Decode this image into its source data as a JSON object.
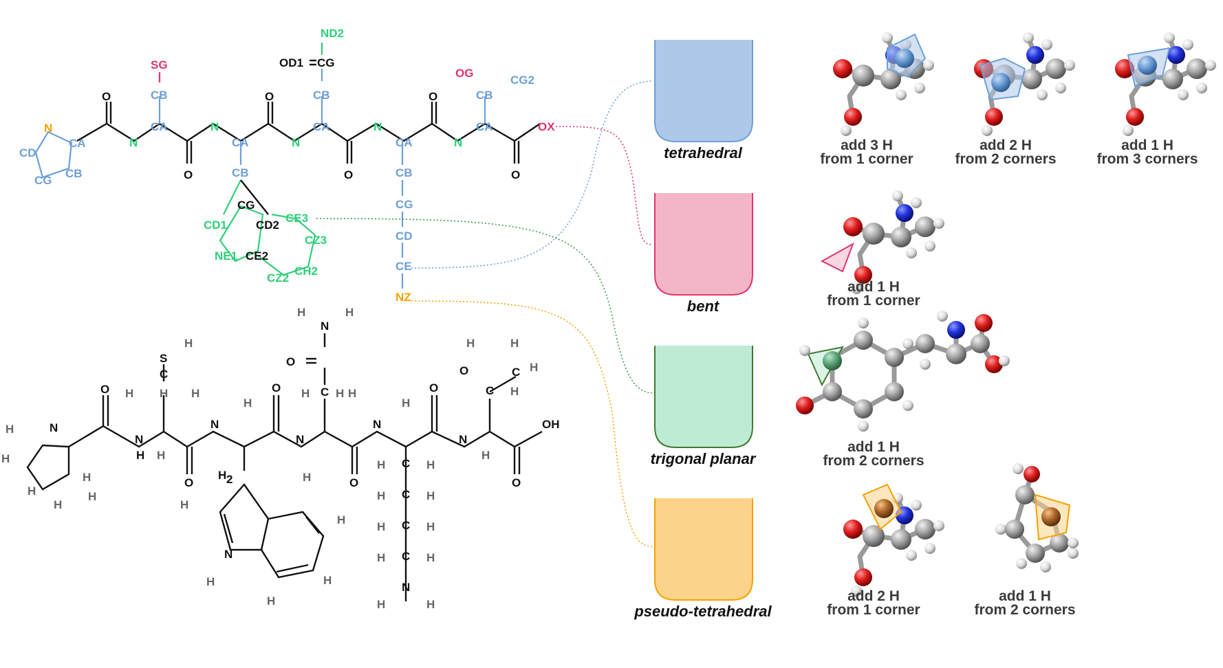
{
  "schematic": {
    "pro": {
      "cd": "CD",
      "n": "N",
      "ca": "CA",
      "cg": "CG",
      "cb": "CB",
      "o": "O"
    },
    "cys": {
      "n": "N",
      "ca": "CA",
      "cb": "CB",
      "sg": "SG",
      "o": "O"
    },
    "trp": {
      "n": "N",
      "ca": "CA",
      "cb": "CB",
      "cg": "CG",
      "cd1": "CD1",
      "cd2": "CD2",
      "ne1": "NE1",
      "ce2": "CE2",
      "ce3": "CE3",
      "cz3": "CZ3",
      "cz2": "CZ2",
      "ch2": "CH2",
      "o": "O"
    },
    "asn": {
      "n": "N",
      "ca": "CA",
      "cb": "CB",
      "cg": "CG",
      "od1": "OD1",
      "nd2": "ND2",
      "o": "O"
    },
    "lys": {
      "n": "N",
      "ca": "CA",
      "cb": "CB",
      "cg": "CG",
      "cd": "CD",
      "ce": "CE",
      "nz": "NZ",
      "o": "O"
    },
    "thr": {
      "n": "N",
      "ca": "CA",
      "cb": "CB",
      "og": "OG",
      "cg2": "CG2",
      "o": "O",
      "ox": "OX"
    }
  },
  "full": {
    "h": "H",
    "n": "N",
    "o": "O",
    "s": "S",
    "c": "C",
    "h2": "H",
    "h2sub": "2",
    "oh": "OH",
    "ho": "H",
    "h3": "H"
  },
  "geometries": [
    {
      "name": "tetrahedral",
      "color": "#aec8ea",
      "stroke": "#6d9fd6"
    },
    {
      "name": "bent",
      "color": "#f3b6c7",
      "stroke": "#e0356e"
    },
    {
      "name": "trigonal planar",
      "color": "#bdebd3",
      "stroke": "#3f7a2e"
    },
    {
      "name": "pseudo-tetrahedral",
      "color": "#fcd38a",
      "stroke": "#f5a200"
    }
  ],
  "captions": {
    "t1": [
      "add 3 H",
      "from 1 corner"
    ],
    "t2": [
      "add 2 H",
      "from 2 corners"
    ],
    "t3": [
      "add 1 H",
      "from 3 corners"
    ],
    "b1": [
      "add 1 H",
      "from 1 corner"
    ],
    "tp1": [
      "add 1 H",
      "from 2 corners"
    ],
    "p1": [
      "add 2 H",
      "from 1 corner"
    ],
    "p2": [
      "add 1 H",
      "from 2 corners"
    ]
  }
}
